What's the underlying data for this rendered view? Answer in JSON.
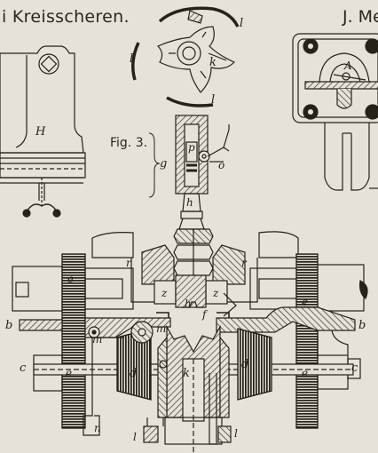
{
  "captions": {
    "title_left": "i Kreisscheren.",
    "title_right": "J. Me",
    "figure": "Fig. 3."
  },
  "labels": {
    "H": "H",
    "A": "A",
    "l": "l",
    "k": "k",
    "p": "p",
    "g": "g",
    "o": "o",
    "h": "h",
    "r": "r",
    "z": "z",
    "f": "f",
    "b": "b",
    "e": "e",
    "c": "c",
    "m": "m",
    "d": "d",
    "n": "n"
  },
  "colors": {
    "paper": "#e6e2d8",
    "ink": "#262218",
    "hatch": "#3a352c"
  }
}
